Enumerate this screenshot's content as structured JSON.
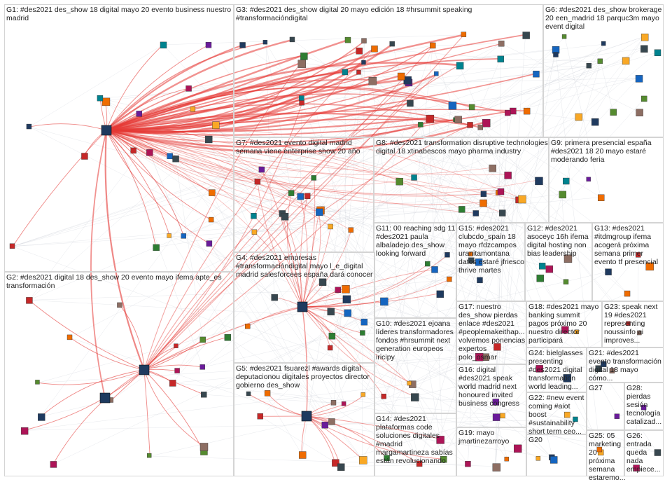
{
  "groups": [
    {
      "id": "G1",
      "label": "G1: #des2021 des_show 18 digital mayo 20 evento business nuestro madrid"
    },
    {
      "id": "G2",
      "label": "G2: #des2021 digital 18 des_show 20 evento mayo ifema apte_es transformación"
    },
    {
      "id": "G3",
      "label": "G3: #des2021 des_show digital 20 mayo edición 18 #hrsummit speaking #transformacióndigital"
    },
    {
      "id": "G4",
      "label": "G4: #des2021 empresas #transformacióndigital mayo l_e_digital madrid salesforcees españa dará conocer"
    },
    {
      "id": "G5",
      "label": "G5: #des2021 fsuarezl #awards digital deputacionou digitales proyectos director gobierno des_show"
    },
    {
      "id": "G6",
      "label": "G6: #des2021 des_show brokerage 20 een_madrid 18 parquc3m mayo event digital"
    },
    {
      "id": "G7",
      "label": "G7: #des2021 evento digital madrid semana viene enterprise show 20 año"
    },
    {
      "id": "G8",
      "label": "G8: #des2021 transformation disruptive technologies digital 18 xtinabescos mayo pharma industry"
    },
    {
      "id": "G9",
      "label": "G9: primera presencial españa #des2021 18 20 mayo estaré moderando feria"
    },
    {
      "id": "G10",
      "label": "G10: #des2021 ejoana líderes transformadores fondos #hrsummit next generation europeos iricipy"
    },
    {
      "id": "G11",
      "label": "G11: 00 reaching sdg 11 #des2021 paula albaladejo des_show looking forward"
    },
    {
      "id": "G12",
      "label": "G12: #des2021 asoceyc 16h ifema digital hosting non bias leadership"
    },
    {
      "id": "G13",
      "label": "G13: #des2021 #itdmgroup ifema acogerá próxima semana primer evento tf presencial"
    },
    {
      "id": "G14",
      "label": "G14: #des2021 plataformas code soluciones digitales #madrid margamartineza sabías están revolucionando"
    },
    {
      "id": "G15",
      "label": "G15: #des2021 clubcdo_spain 18 mayo rfdzcampos uranitamontana datos estaré jfriesco thrive martes"
    },
    {
      "id": "G16",
      "label": "G16: digital #des2021 speak world madrid next honoured invited business congress"
    },
    {
      "id": "G17",
      "label": "G17: nuestro des_show pierdas enlace #des2021 #peoplemakeithap... volvemos ponencias expertos polo_osmar"
    },
    {
      "id": "G18",
      "label": "G18: #des2021 mayo banking summit pagos próximo 20 nuestro director participará"
    },
    {
      "id": "G19",
      "label": "G19: mayo jmartinezarroyo"
    },
    {
      "id": "G20",
      "label": "G20"
    },
    {
      "id": "G21",
      "label": "G21: #des2021 evento transformación digital 18 mayo cómo..."
    },
    {
      "id": "G22",
      "label": "G22: #new event coming #aiot boost #sustainability short term ceo..."
    },
    {
      "id": "G23",
      "label": "G23: speak next 19 #des2021 representing noussinfo ai improves..."
    },
    {
      "id": "G24",
      "label": "G24: bielglasses presenting #des2021 digital transformation world leading..."
    },
    {
      "id": "G25",
      "label": "G25: 05 marketing 20 próxima semana estaremo..."
    },
    {
      "id": "G26",
      "label": "G26: entrada queda nada empiece..."
    },
    {
      "id": "G27",
      "label": "G27"
    },
    {
      "id": "G28",
      "label": "G28: pierdas sesión tecnología catalizad..."
    }
  ],
  "colors": {
    "edge": "#e53935",
    "border": "#d4d4d4",
    "node_border": "#333333"
  }
}
